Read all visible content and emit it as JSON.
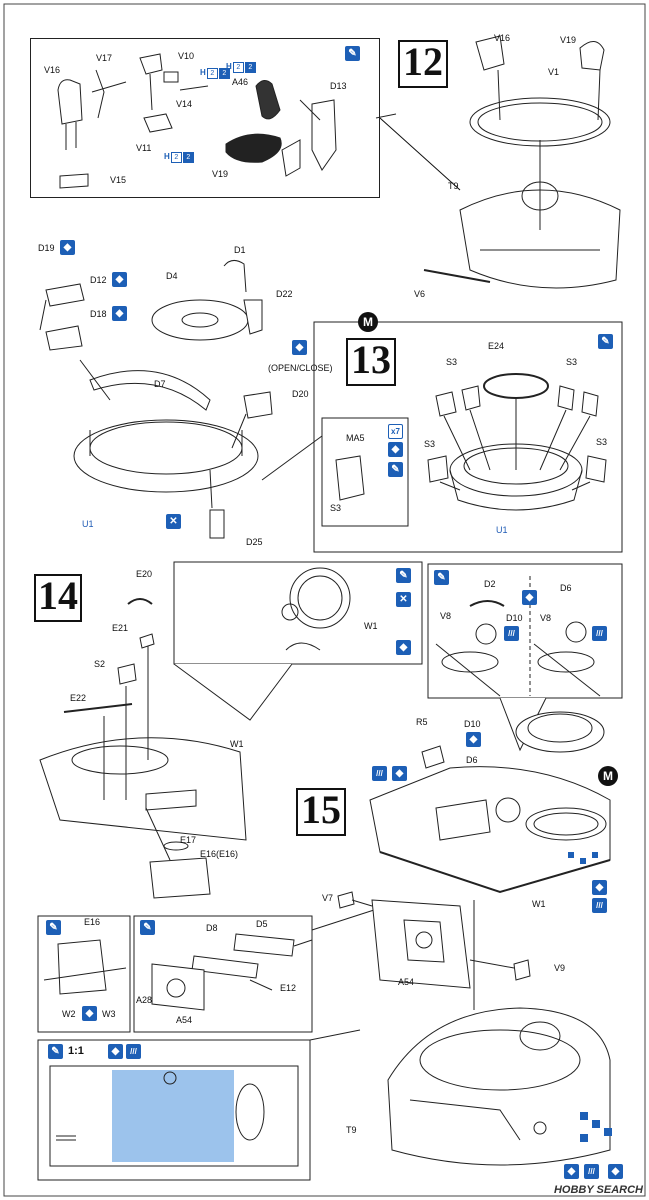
{
  "steps": {
    "s12": "12",
    "s13": "13",
    "s14": "14",
    "s15": "15"
  },
  "marker_m": "M",
  "scale_label": "1:1",
  "paint_h": "H",
  "paint_2": "2",
  "icon_symbols": {
    "brush": "✎",
    "glue": "◆",
    "glue_x": "✕",
    "decal": "///",
    "count7": "x7"
  },
  "labels": {
    "s12_v16": "V16",
    "s12_v17": "V17",
    "s12_v10": "V10",
    "s12_v14": "V14",
    "s12_v11": "V11",
    "s12_a46": "A46",
    "s12_d13": "D13",
    "s12_v19": "V19",
    "s12_v15": "V15",
    "s12_v16b": "V16",
    "s12_v19b": "V19",
    "s12_v1": "V1",
    "s12_t9": "T9",
    "s12_v6": "V6",
    "s13_d19": "D19",
    "s13_d1": "D1",
    "s13_d12": "D12",
    "s13_d4": "D4",
    "s13_d22": "D22",
    "s13_d18": "D18",
    "s13_open": "(OPEN/CLOSE)",
    "s13_d7": "D7",
    "s13_d20": "D20",
    "s13_u1": "U1",
    "s13_d25": "D25",
    "s13_e24": "E24",
    "s13_s3a": "S3",
    "s13_s3b": "S3",
    "s13_s3c": "S3",
    "s13_s3d": "S3",
    "s13_ma5": "MA5",
    "s13_s3e": "S3",
    "s13_u1b": "U1",
    "s14_e20": "E20",
    "s14_e21": "E21",
    "s14_s2": "S2",
    "s14_e22": "E22",
    "s14_w1": "W1",
    "s14_w1b": "W1",
    "s14_e17": "E17",
    "s14_e16e16": "E16(E16)",
    "s14_e16": "E16",
    "s14_w2": "W2",
    "s14_w3": "W3",
    "s14_d8": "D8",
    "s14_d5": "D5",
    "s14_a28": "A28",
    "s14_a54": "A54",
    "s14_e12": "E12",
    "s15_d2": "D2",
    "s15_d6": "D6",
    "s15_v8a": "V8",
    "s15_d10a": "D10",
    "s15_v8b": "V8",
    "s15_r5": "R5",
    "s15_d10": "D10",
    "s15_d6b": "D6",
    "s15_w1": "W1",
    "s15_v7": "V7",
    "s15_a54": "A54",
    "s15_v9": "V9",
    "s15_t9": "T9"
  },
  "watermark": "HOBBY SEARCH"
}
